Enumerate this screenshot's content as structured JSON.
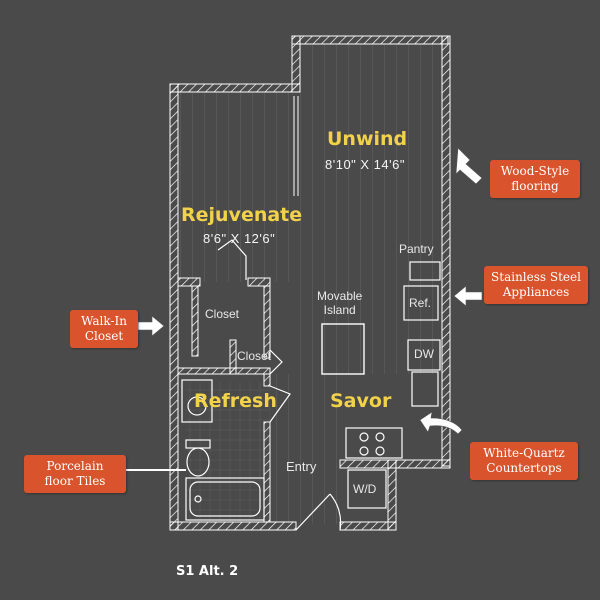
{
  "rooms": {
    "unwind": {
      "name": "Unwind",
      "dims": "8'10\" X 14'6\""
    },
    "rejuvenate": {
      "name": "Rejuvenate",
      "dims": "8'6\" X 12'6\""
    },
    "refresh": {
      "name": "Refresh"
    },
    "savor": {
      "name": "Savor"
    }
  },
  "labels": {
    "pantry": "Pantry",
    "ref": "Ref.",
    "closet1": "Closet",
    "closet2": "Closet",
    "island_line1": "Movable",
    "island_line2": "Island",
    "dw": "DW",
    "entry": "Entry",
    "wd": "W/D"
  },
  "callouts": {
    "wood": {
      "line1": "Wood-Style",
      "line2": "flooring"
    },
    "steel": {
      "line1": "Stainless Steel",
      "line2": "Appliances"
    },
    "closet": {
      "line1": "Walk-In",
      "line2": "Closet"
    },
    "quartz": {
      "line1": "White-Quartz",
      "line2": "Countertops"
    },
    "tiles": {
      "line1": "Porcelain",
      "line2": "floor Tiles"
    }
  },
  "unit_name": "S1 Alt. 2",
  "colors": {
    "background": "#4a4a4a",
    "walls": "#ffffff",
    "room_name": "#f2d24a",
    "callout": "#d9532c"
  },
  "icons": [
    "arrow-icon"
  ]
}
